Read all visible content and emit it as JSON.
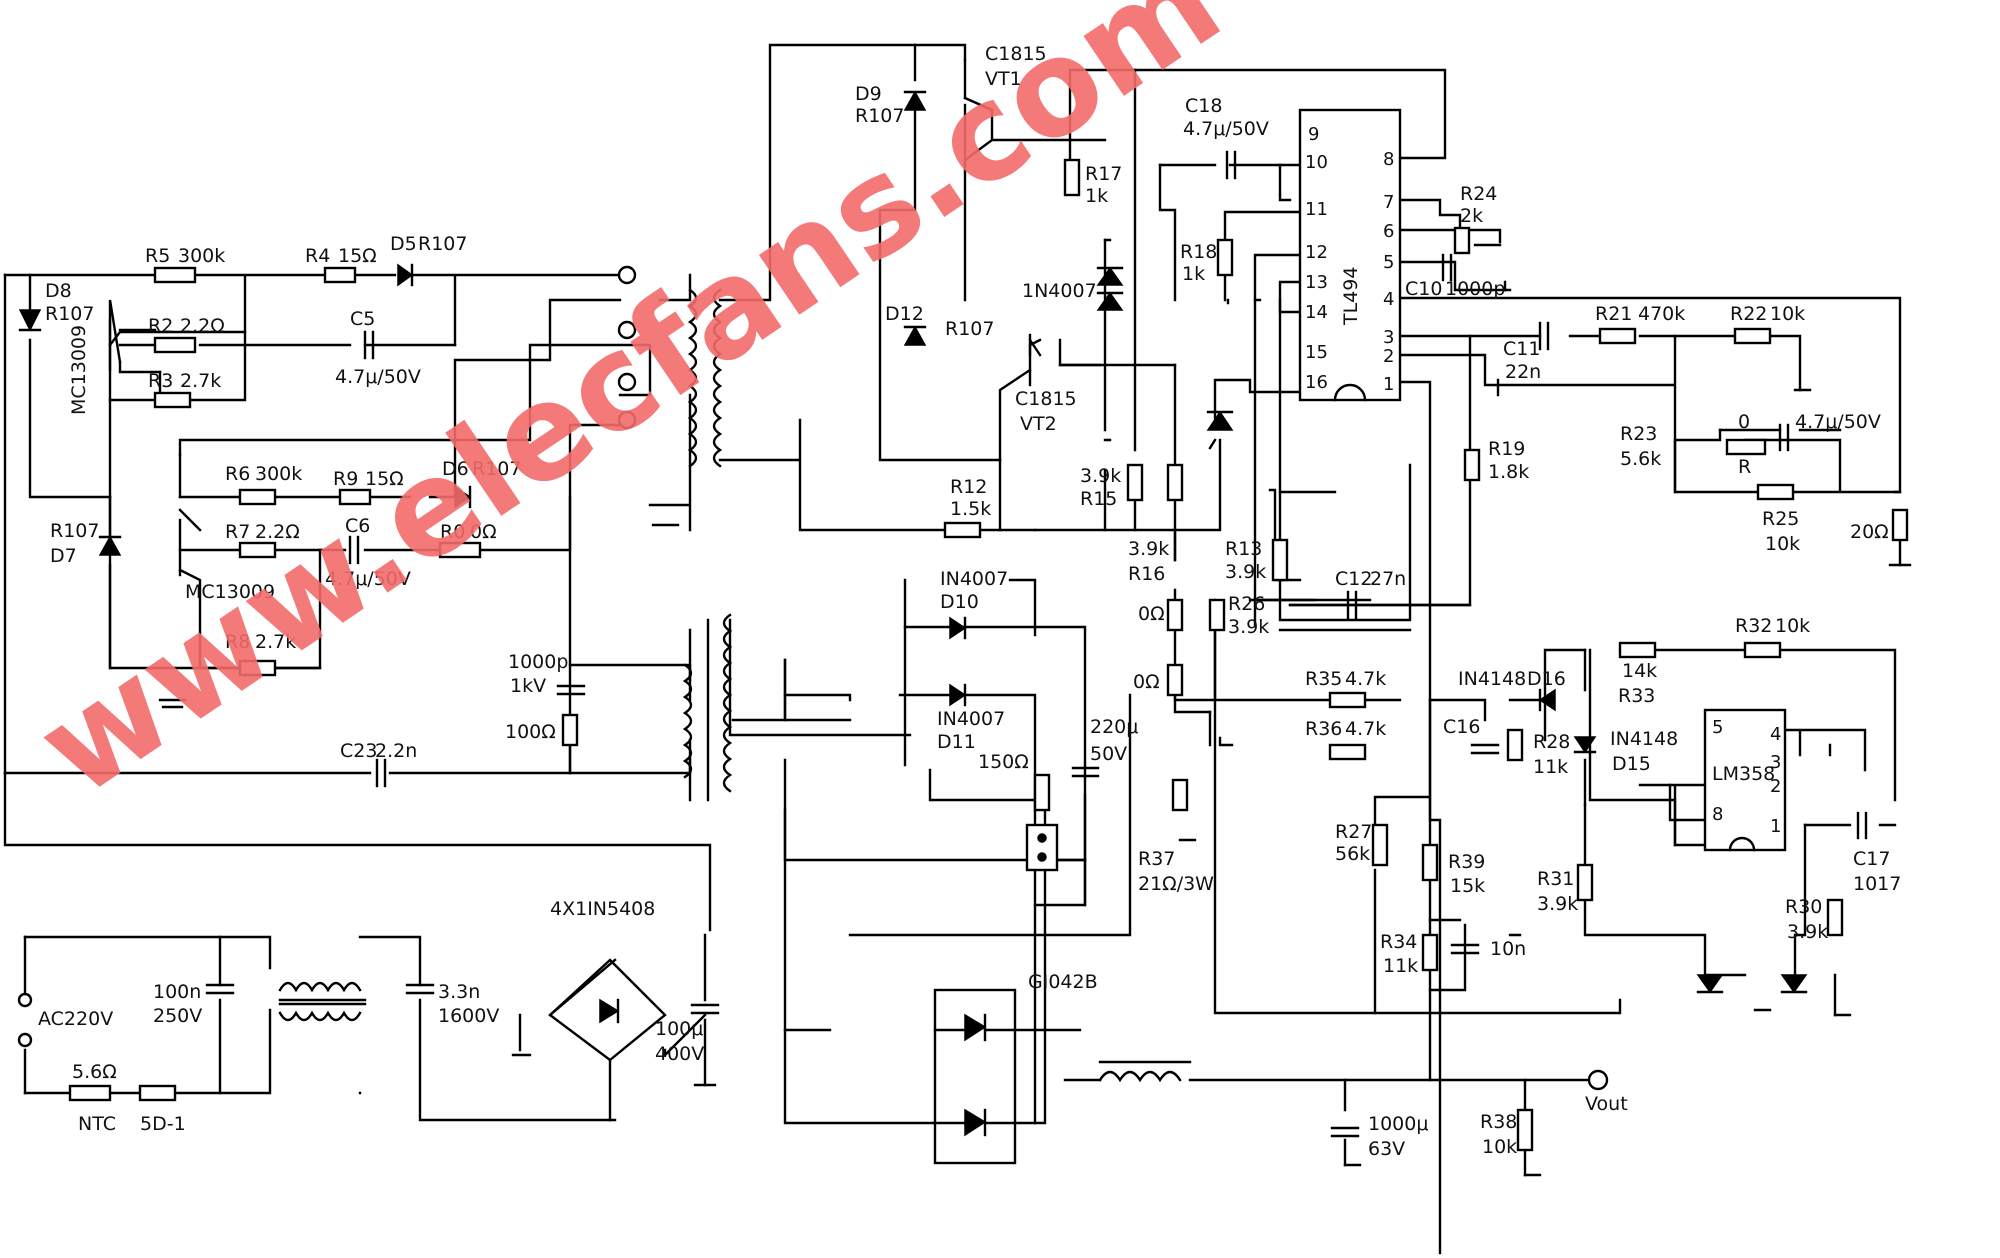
{
  "watermark": "www.elecfans.com",
  "labels": {
    "D8": "D8",
    "D8_R": "R107",
    "MC13009_a": "MC13009",
    "R5": "R5",
    "R5_v": "300k",
    "R4": "R4",
    "R4_v": "15Ω",
    "D5": "D5",
    "D5_R": "R107",
    "R2": "R2",
    "R2_v": "2.2Ω",
    "C5": "C5",
    "C5_v": "4.7μ/50V",
    "R3": "R3",
    "R3_v": "2.7k",
    "R6": "R6",
    "R6_v": "300k",
    "R9": "R9",
    "R9_v": "15Ω",
    "D6": "D6",
    "D6_R": "R107",
    "R7": "R7",
    "R7_v": "2.2Ω",
    "C6": "C6",
    "C6_v": "4.7μ/50V",
    "R0": "R0",
    "R0_v": "0Ω",
    "D7_R": "R107",
    "D7": "D7",
    "MC13009_b": "MC13009",
    "R8": "R8",
    "R8_v": "2.7k",
    "C23": "C23",
    "C23_v": "2.2n",
    "C1000p": "1000p",
    "C1000p_v": "1kV",
    "R100": "100Ω",
    "D9": "D9",
    "D9_R": "R107",
    "VT1_t": "C1815",
    "VT1": "VT1",
    "R17": "R17",
    "R17_v": "1k",
    "D12": "D12",
    "D12_R": "R107",
    "IN4007_a": "1N4007",
    "VT2_t": "C1815",
    "VT2": "VT2",
    "R12": "R12",
    "R12_v": "1.5k",
    "R15_v": "3.9k",
    "R15": "R15",
    "R16_v": "3.9k",
    "R16": "R16",
    "D10_t": "IN4007",
    "D10": "D10",
    "D11_t": "IN4007",
    "D11": "D11",
    "R150": "150Ω",
    "C220": "220μ",
    "C220_v": "50V",
    "R0a": "0Ω",
    "R0b": "0Ω",
    "R37": "R37",
    "R37_v": "21Ω/3W",
    "C18": "C18",
    "C18_v": "4.7μ/50V",
    "R18": "R18",
    "R18_v": "1k",
    "R13": "R13",
    "R13_v": "3.9k",
    "R26": "R26",
    "R26_v": "3.9k",
    "C12": "C12",
    "C12_v": "27n",
    "R35": "R35",
    "R35_v": "4.7k",
    "R36": "R36",
    "R36_v": "4.7k",
    "TL494": "TL494",
    "R24": "R24",
    "R24_v": "2k",
    "C10": "C10",
    "C10_v": "1000p",
    "R21": "R21",
    "R21_v": "470k",
    "R22": "R22",
    "R22_v": "10k",
    "C11": "C11",
    "C11_v": "22n",
    "R23": "R23",
    "R23_v": "5.6k",
    "Rz": "0",
    "Rr": "R",
    "Cx_v": "4.7μ/50V",
    "R25": "R25",
    "R25_v": "10k",
    "R20": "20Ω",
    "R19": "R19",
    "R19_v": "1.8k",
    "IN4148_a": "IN4148",
    "D16": "D16",
    "C16": "C16",
    "R28": "R28",
    "R28_v": "11k",
    "R33_v": "14k",
    "R33": "R33",
    "R32": "R32",
    "R32_v": "10k",
    "IN4148_b": "IN4148",
    "D15": "D15",
    "LM358": "LM358",
    "R27": "R27",
    "R27_v": "56k",
    "R39": "R39",
    "R39_v": "15k",
    "R34": "R34",
    "R34_v": "11k",
    "C10n": "10n",
    "R31": "R31",
    "R31_v": "3.9k",
    "R30": "R30",
    "R30_v": "3.9k",
    "C17": "C17",
    "C17_v": "1017",
    "bridge": "4X1IN5408",
    "AC": "AC220V",
    "C100n": "100n",
    "C100n_v": "250V",
    "C33n": "3.3n",
    "C33n_v": "1600V",
    "C100u": "100μ",
    "C100u_v": "400V",
    "R56": "5.6Ω",
    "NTC": "NTC",
    "F5D": "5D-1",
    "G1042B": "GI042B",
    "C1000u": "1000μ",
    "C1000u_v": "63V",
    "R38": "R38",
    "R38_v": "10k",
    "Vout": "Vout"
  },
  "tl494_pins": {
    "p9": "9",
    "p10": "10",
    "p11": "11",
    "p12": "12",
    "p13": "13",
    "p14": "14",
    "p15": "15",
    "p16": "16",
    "p8": "8",
    "p7": "7",
    "p6": "6",
    "p5": "5",
    "p4": "4",
    "p3": "3",
    "p2": "2",
    "p1": "1"
  },
  "lm358_pins": {
    "p5": "5",
    "p4": "4",
    "p3": "3",
    "p2": "2",
    "p8": "8",
    "p1": "1"
  }
}
